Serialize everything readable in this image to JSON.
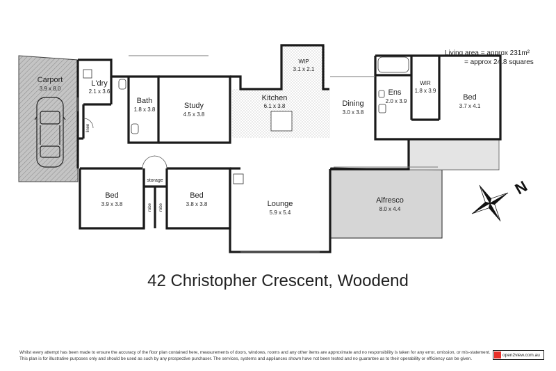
{
  "rooms": {
    "carport": {
      "name": "Carport",
      "dims": "3.9 x 8.0"
    },
    "laundry": {
      "name": "L'dry",
      "dims": "2.1 x 3.6"
    },
    "bath": {
      "name": "Bath",
      "dims": "1.8 x 3.8"
    },
    "study": {
      "name": "Study",
      "dims": "4.5 x 3.8"
    },
    "wip": {
      "name": "WIP",
      "dims": "3.1 x 2.1"
    },
    "kitchen": {
      "name": "Kitchen",
      "dims": "6.1 x 3.8"
    },
    "dining": {
      "name": "Dining",
      "dims": "3.0 x 3.8"
    },
    "ensuite": {
      "name": "Ens",
      "dims": "2.0 x 3.9"
    },
    "wir": {
      "name": "WIR",
      "dims": "1.8 x 3.9"
    },
    "bed_master": {
      "name": "Bed",
      "dims": "3.7 x 4.1"
    },
    "bed_2": {
      "name": "Bed",
      "dims": "3.9 x 3.8"
    },
    "bed_3": {
      "name": "Bed",
      "dims": "3.8 x 3.8"
    },
    "lounge": {
      "name": "Lounge",
      "dims": "5.9 x 5.4"
    },
    "alfresco": {
      "name": "Alfresco",
      "dims": "8.0 x 4.4"
    }
  },
  "small_labels": {
    "linen": "linen",
    "storage": "storage",
    "robe_1": "robe",
    "robe_2": "robe"
  },
  "compass": {
    "label": "N"
  },
  "area_info": {
    "line1": "Living area = approx 231m²",
    "line2": "= approx 24.8 squares"
  },
  "address": "42 Christopher Crescent, Woodend",
  "disclaimer": {
    "line1": "Whilst every attempt has been made to ensure the accuracy of the floor plan contained here, measurements of doors, windows, rooms and any other items are approximate and no responsibility is taken for any error, omission, or mis-statement.",
    "line2": "This plan is for illustrative purposes only and should be used as such by any prospective purchaser. The services, systems and appliances shown have not been tested and no guarantee as to their operability or efficiency can be given."
  },
  "logo": {
    "text": "open2view.com.au"
  },
  "colors": {
    "wall": "#1a1a1a",
    "hatch_fill": "#bdbdbd",
    "alfresco_fill": "#dadada",
    "dots": "#c8c8c8",
    "logo_red": "#e8302a"
  }
}
